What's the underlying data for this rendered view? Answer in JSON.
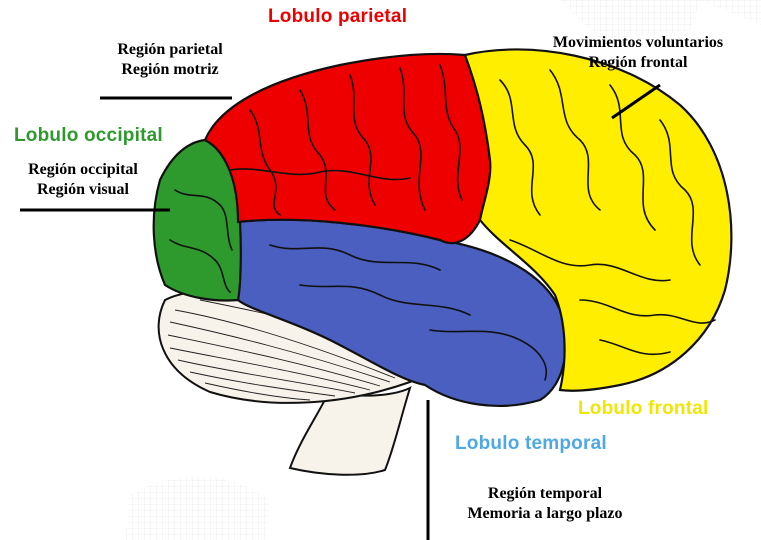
{
  "colors": {
    "parietal": "#ee0000",
    "frontal": "#ffee00",
    "occipital": "#2e9a2e",
    "temporal": "#4a5fc0",
    "cerebellum": "#f7f2ea",
    "outline": "#111111",
    "frontal_label": "#f2e600",
    "temporal_label": "#4ea8e6",
    "watermark": "#e6e6e6"
  },
  "lobes": {
    "parietal": {
      "title": "Lobulo parietal"
    },
    "occipital": {
      "title": "Lobulo occipital"
    },
    "frontal": {
      "title": "Lobulo frontal"
    },
    "temporal": {
      "title": "Lobulo temporal"
    }
  },
  "notes": {
    "parietal": {
      "line1": "Región parietal",
      "line2": "Región motriz"
    },
    "frontal": {
      "line1": "Movimientos voluntarios",
      "line2": "Región frontal"
    },
    "occipital": {
      "line1": "Región occipital",
      "line2": "Región visual"
    },
    "temporal": {
      "line1": "Región temporal",
      "line2": "Memoria a largo plazo"
    }
  }
}
